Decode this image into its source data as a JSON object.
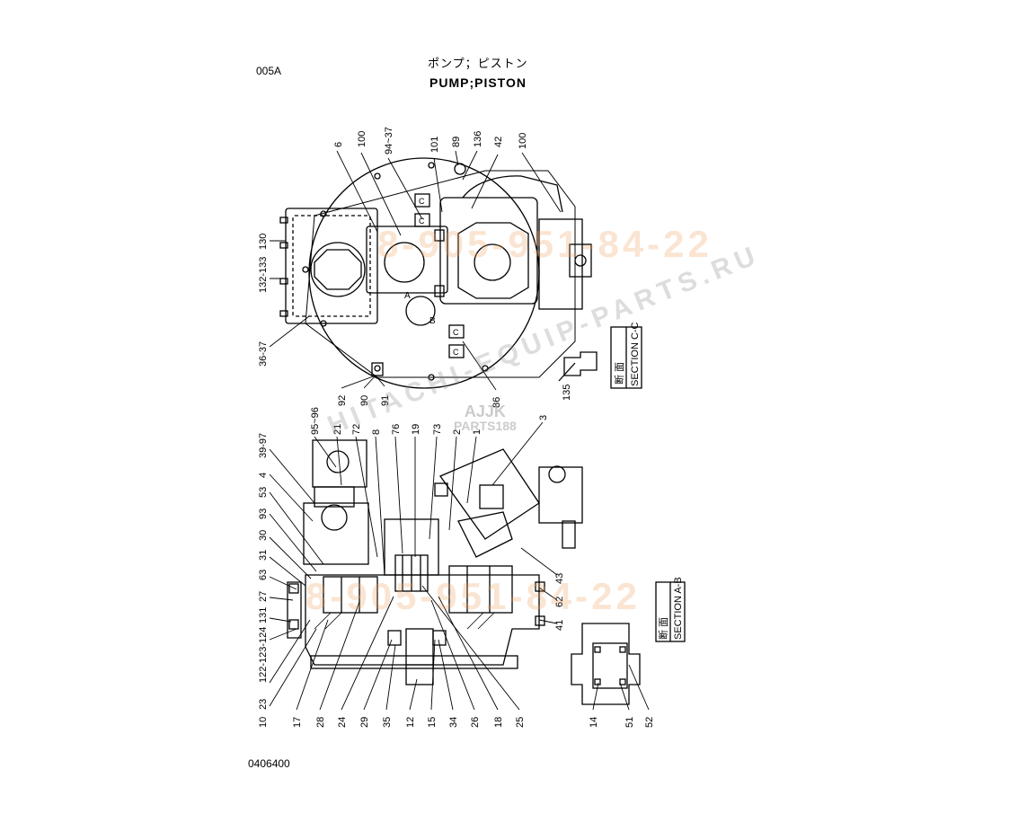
{
  "header": {
    "code": "005A",
    "title_jp": "ポンプ；ピストン",
    "title_en": "PUMP;PISTON"
  },
  "footer": {
    "code": "0406400"
  },
  "watermarks": {
    "phone_top": "8-905-951-84-22",
    "phone_bottom": "8-905-951-84-22",
    "site": "HITACHI-EQUIP-PARTS.RU",
    "logo_lines": [
      "AJJK",
      "PARTS188"
    ]
  },
  "sections": {
    "cc_jp": "断 面",
    "cc_en": "SECTION C-C",
    "ab_jp": "断 面",
    "ab_en": "SECTION A-B"
  },
  "markers": {
    "a": "A",
    "b": "B",
    "c": "C"
  },
  "labels_top": {
    "l6": "6",
    "l100a": "100",
    "l94_37": "94~37",
    "l101": "101",
    "l89": "89",
    "l136": "136",
    "l42": "42",
    "l100b": "100",
    "l130": "130",
    "l132_133": "132-133",
    "l36_37": "36-37",
    "l92": "92",
    "l90": "90",
    "l91": "91",
    "l86": "86",
    "l135": "135"
  },
  "labels_bottom": {
    "l95_96": "95~96",
    "l21": "21",
    "l72": "72",
    "l8": "8",
    "l76": "76",
    "l19": "19",
    "l73": "73",
    "l2": "2",
    "l1": "1",
    "l3": "3",
    "l39_97": "39-97",
    "l4": "4",
    "l53": "53",
    "l93": "93",
    "l30": "30",
    "l31": "31",
    "l63": "63",
    "l27": "27",
    "l131": "131",
    "l122_124": "122-123-124",
    "l23": "23",
    "l10": "10",
    "l17": "17",
    "l28": "28",
    "l24": "24",
    "l29": "29",
    "l35": "35",
    "l12": "12",
    "l15": "15",
    "l34": "34",
    "l26": "26",
    "l18": "18",
    "l25": "25",
    "l43": "43",
    "l62": "62",
    "l41": "41",
    "l14": "14",
    "l51": "51",
    "l52": "52"
  }
}
